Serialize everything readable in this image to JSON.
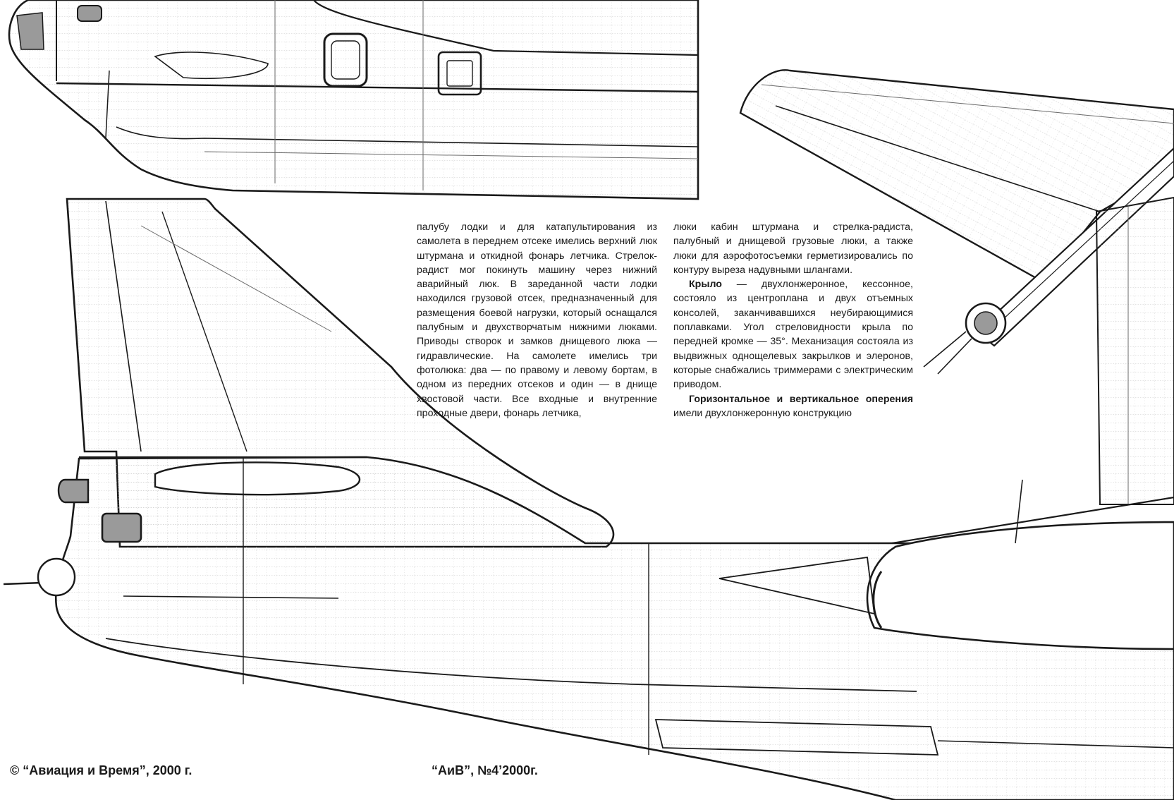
{
  "article": {
    "left_column": [
      "палубу лодки и для катапультирования из самолета в переднем отсеке имелись верхний люк штурмана и откидной фонарь летчика. Стрелок-радист мог покинуть машину через нижний аварийный люк. В зареданной части лодки находился грузовой отсек, предназначенный для размещения боевой нагрузки, который оснащался палубным и двухстворчатым нижними люками. Приводы створок и замков днищевого люка — гидравлические. На самолете имелись три фотолюка: два — по правому и левому бортам, в одном из передних отсеков и один — в днище хвостовой части. Все входные и внутренние проходные двери, фонарь летчика,"
    ],
    "right_column": {
      "para1": "люки кабин штурмана и стрелка-радиста, палубный и днищевой грузовые люки, а также люки для аэрофотосъемки герметизировались по контуру выреза надувными шлангами.",
      "wing_heading": "Крыло",
      "wing_text": " — двухлонжеронное, кессонное, состояло из центроплана и двух отъемных консолей, заканчивавшихся неубирающимися поплавками. Угол стреловидности крыла по передней кромке — 35°. Механизация состояла из выдвижных однощелевых закрылков и элеронов, которые снабжались триммерами с электрическим приводом.",
      "tail_heading": "Горизонтальное и вертикальное оперения",
      "tail_text": " имели двухлонжеронную конструкцию"
    }
  },
  "footer": {
    "copyright": "© “Авиация и Время”, 2000 г.",
    "issue": "“АиВ”, №4’2000г."
  },
  "colors": {
    "line": "#1a1a1a",
    "panel_line": "#8a8a8a",
    "window_fill": "#9a9a9a",
    "paper": "#ffffff"
  }
}
